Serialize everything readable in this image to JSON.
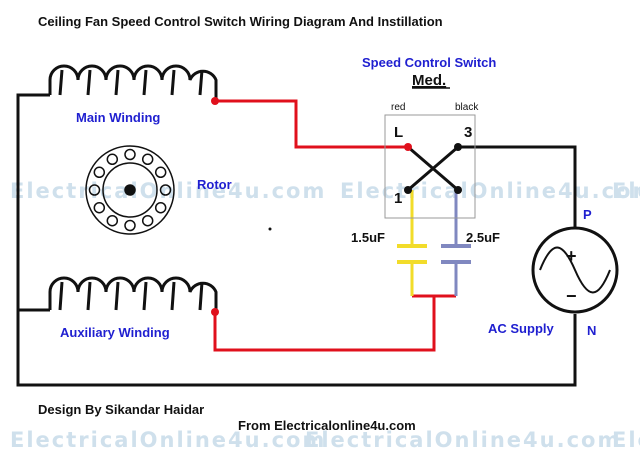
{
  "title": "Ceiling Fan Speed Control Switch Wiring Diagram And Instillation",
  "switch": {
    "title": "Speed Control Switch",
    "speed": "Med.",
    "terminal_l": "L",
    "terminal_3": "3",
    "terminal_1": "1",
    "wire_red": "red",
    "wire_black": "black"
  },
  "motor": {
    "main_winding": "Main Winding",
    "aux_winding": "Auxiliary Winding",
    "rotor": "Rotor"
  },
  "capacitors": {
    "c1": "1.5uF",
    "c2": "2.5uF"
  },
  "supply": {
    "label": "AC Supply",
    "p": "P",
    "n": "N",
    "plus": "+",
    "minus": "−"
  },
  "credits": {
    "designer": "Design By Sikandar Haidar",
    "source": "From Electricalonline4u.com"
  },
  "watermark": "ElectricalOnline4u.com",
  "colors": {
    "red_wire": "#e0101c",
    "black_wire": "#111111",
    "cap1": "#f2dc2a",
    "cap2": "#8088c0",
    "label_blue": "#1f1fd0"
  }
}
